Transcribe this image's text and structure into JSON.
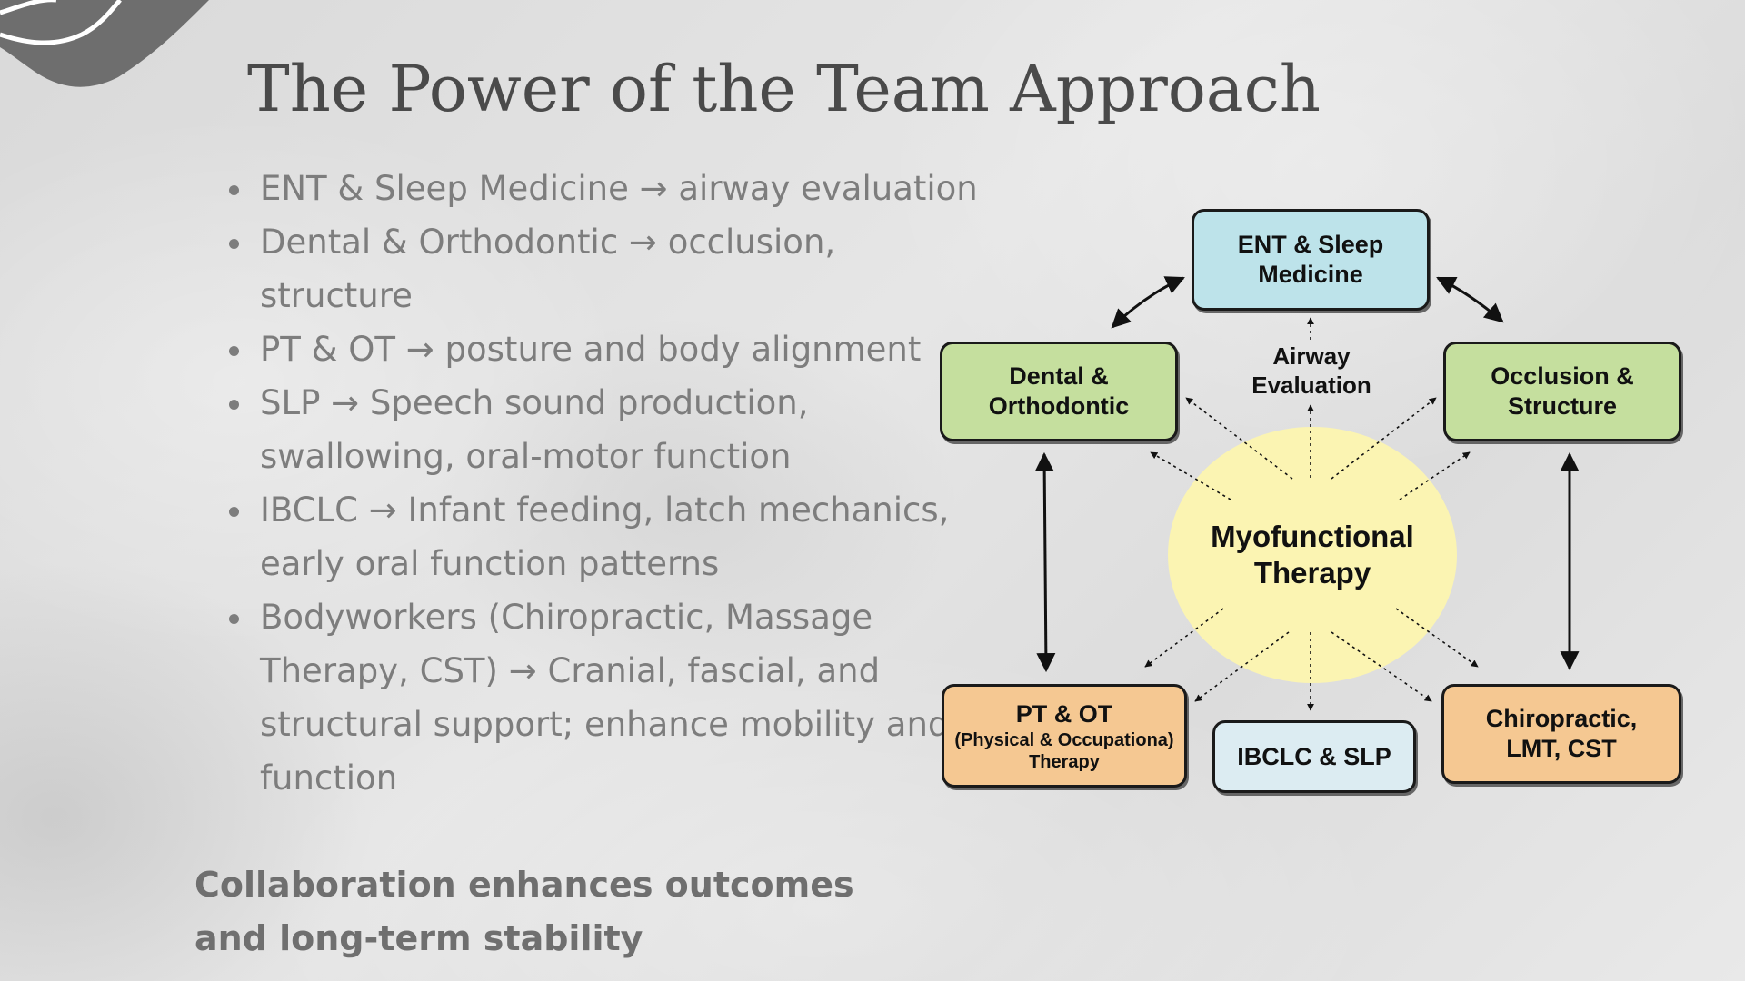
{
  "slide": {
    "title": "The Power of the Team Approach",
    "bullets": [
      "ENT & Sleep Medicine → airway evaluation",
      "Dental & Orthodontic → occlusion, structure",
      "PT & OT → posture and body alignment",
      "SLP  → Speech sound production, swallowing, oral-motor function",
      "IBCLC → Infant feeding, latch mechanics, early oral function patterns",
      "Bodyworkers (Chiropractic, Massage Therapy, CST) → Cranial, fascial, and structural support; enhance mobility and function"
    ],
    "conclusion": "Collaboration enhances outcomes and long-term stability"
  },
  "diagram": {
    "center": "Myofunctional\nTherapy",
    "airway_label": "Airway\nEvaluation",
    "nodes": {
      "ent": "ENT & Sleep\nMedicine",
      "dental": "Dental &\nOrthodontic",
      "occlusion": "Occlusion &\nStructure",
      "pt": "PT & OT",
      "pt_sub": "(Physical & Occupationa)\nTherapy",
      "ibclc": "IBCLC & SLP",
      "chiro": "Chiropractic,\nLMT, CST"
    },
    "colors": {
      "blue_node": "#bde3ea",
      "green_node": "#c5df9e",
      "orange_node": "#f5c892",
      "light_blue_node": "#dcecf2",
      "center_circle": "#fbf4b2"
    }
  }
}
